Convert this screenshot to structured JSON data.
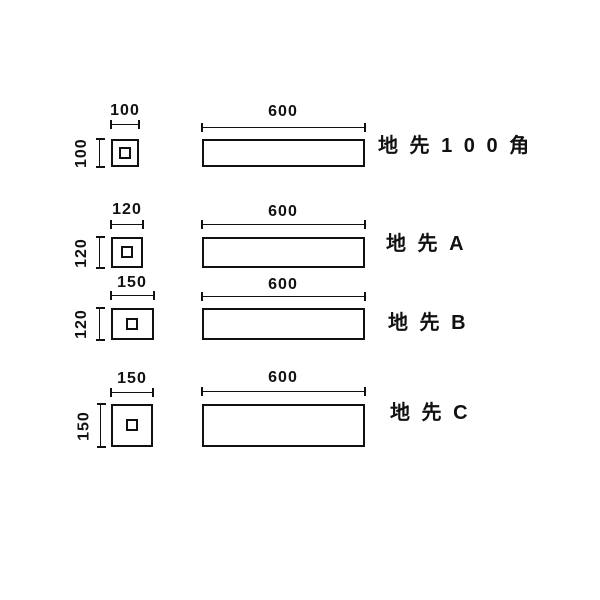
{
  "diagram": {
    "kind": "product-dimension-drawing",
    "colors": {
      "line": "#111111",
      "background": "#ffffff"
    }
  },
  "products": [
    {
      "name": "地 先 1 0 0 角",
      "section_width": "100",
      "section_height": "100",
      "length": "600"
    },
    {
      "name": "地 先 A",
      "section_width": "120",
      "section_height": "120",
      "length": "600"
    },
    {
      "name": "地 先 B",
      "section_width": "150",
      "section_height": "120",
      "length": "600"
    },
    {
      "name": "地 先 C",
      "section_width": "150",
      "section_height": "150",
      "length": "600"
    }
  ]
}
